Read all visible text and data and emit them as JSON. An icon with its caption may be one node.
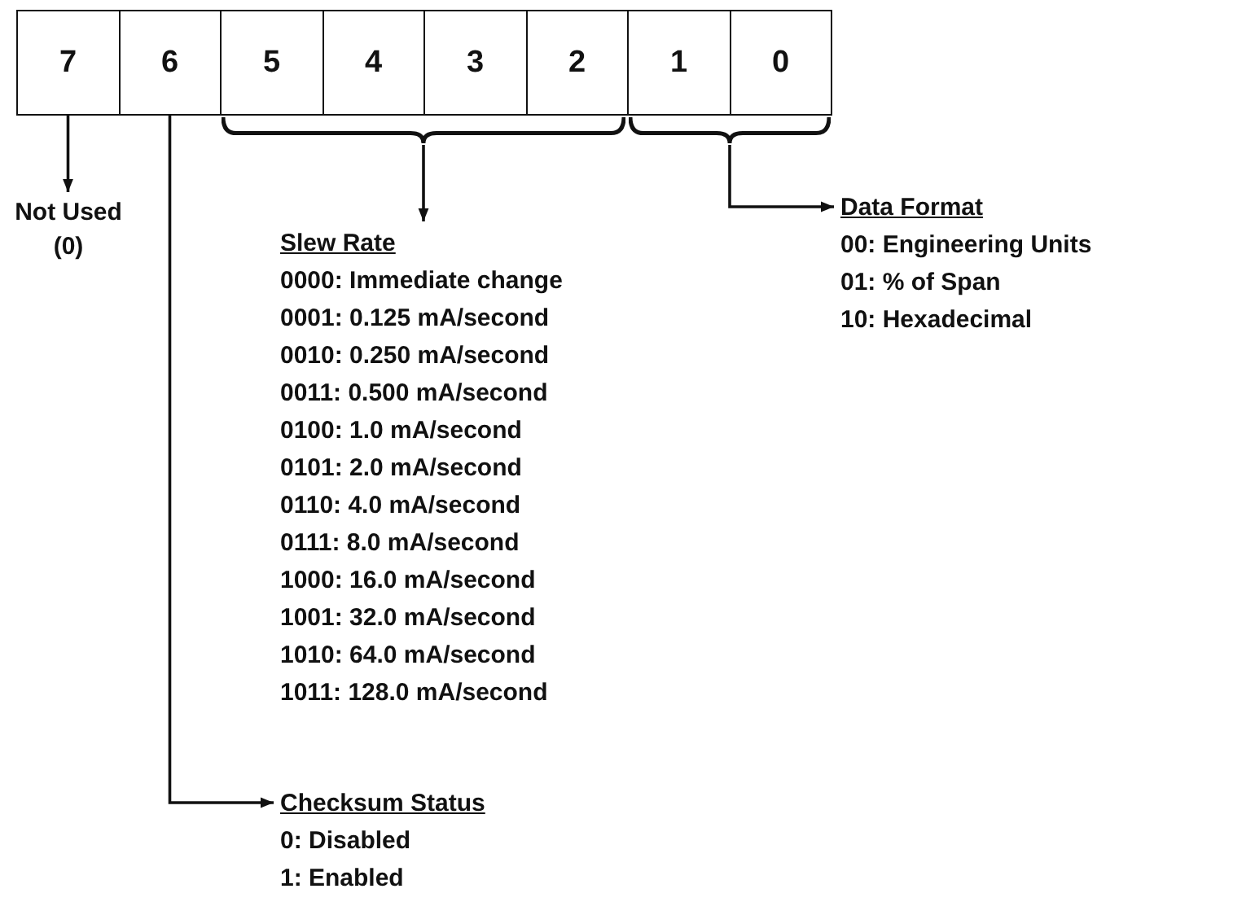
{
  "diagram": {
    "nodes": [
      {
        "text": [
          "7"
        ]
      },
      {
        "text": [
          "6"
        ]
      },
      {
        "text": [
          "5"
        ]
      },
      {
        "text": [
          "4"
        ]
      },
      {
        "text": [
          "3"
        ]
      },
      {
        "text": [
          "2"
        ]
      },
      {
        "text": [
          "1"
        ]
      },
      {
        "text": [
          "0"
        ]
      },
      {
        "text": [],
        "shape": "brace"
      },
      {
        "text": [],
        "shape": "brace"
      },
      {
        "text": [
          "Not Used (0)"
        ]
      },
      {
        "text": [
          "Slew Rate",
          "0000: Immediate change",
          "0001: 0.125 mA/second",
          "0010: 0.250 mA/second",
          "0011: 0.500 mA/second",
          "0100: 1.0 mA/second",
          "0101: 2.0 mA/second",
          "0110: 4.0 mA/second",
          "0111: 8.0 mA/second",
          "1000: 16.0 mA/second",
          "1001: 32.0 mA/second",
          "1010: 64.0 mA/second",
          "1011: 128.0 mA/second"
        ]
      },
      {
        "text": [
          "Data Format",
          "00: Engineering Units",
          "01: % of Span",
          "10: Hexadecimal"
        ]
      },
      {
        "text": [
          "Checksum Status",
          "0: Disabled",
          "1: Enabled"
        ]
      }
    ],
    "edges": [
      {
        "from": 0,
        "to": 10,
        "arrow": "to"
      },
      {
        "from": 8,
        "to": 11,
        "arrow": "to"
      },
      {
        "from": 9,
        "to": 12,
        "arrow": "to"
      },
      {
        "from": 1,
        "to": 13,
        "arrow": "to"
      }
    ]
  }
}
